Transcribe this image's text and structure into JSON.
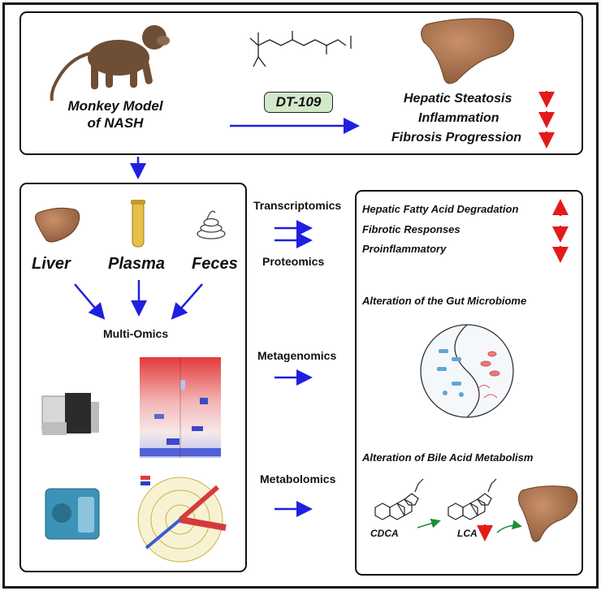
{
  "top": {
    "model_label": [
      "Monkey Model",
      "of NASH"
    ],
    "drug": "DT-109",
    "outcomes": [
      "Hepatic Steatosis",
      "Inflammation",
      "Fibrosis Progression"
    ]
  },
  "samples": {
    "liver": "Liver",
    "plasma": "Plasma",
    "feces": "Feces",
    "combined": "Multi-Omics"
  },
  "omics": {
    "transcriptomics": "Transcriptomics",
    "proteomics": "Proteomics",
    "metagenomics": "Metagenomics",
    "metabolomics": "Metabolomics"
  },
  "findings": {
    "liver_items": [
      "Hepatic Fatty Acid Degradation",
      "Fibrotic Responses",
      "Proinflammatory"
    ],
    "liver_item_trend": [
      "up",
      "down",
      "down"
    ],
    "gut_title": "Alteration of the Gut Microbiome",
    "bile_title": "Alteration of Bile Acid Metabolism",
    "bile_acids": [
      "CDCA",
      "LCA"
    ]
  },
  "colors": {
    "arrow": "#1f1fe0",
    "trend": "#e41a1a",
    "drug_label": "#d3e8c9",
    "conversion_arrow": "#1e8c3a"
  },
  "icons": [
    "monkey-icon",
    "chemical-structure-icon",
    "liver-icon",
    "blood-tube-icon",
    "feces-icon",
    "mass-spectrometer-icon",
    "sequencer-icon",
    "heatmap-icon",
    "cladogram-icon",
    "gut-microbiome-icon"
  ]
}
